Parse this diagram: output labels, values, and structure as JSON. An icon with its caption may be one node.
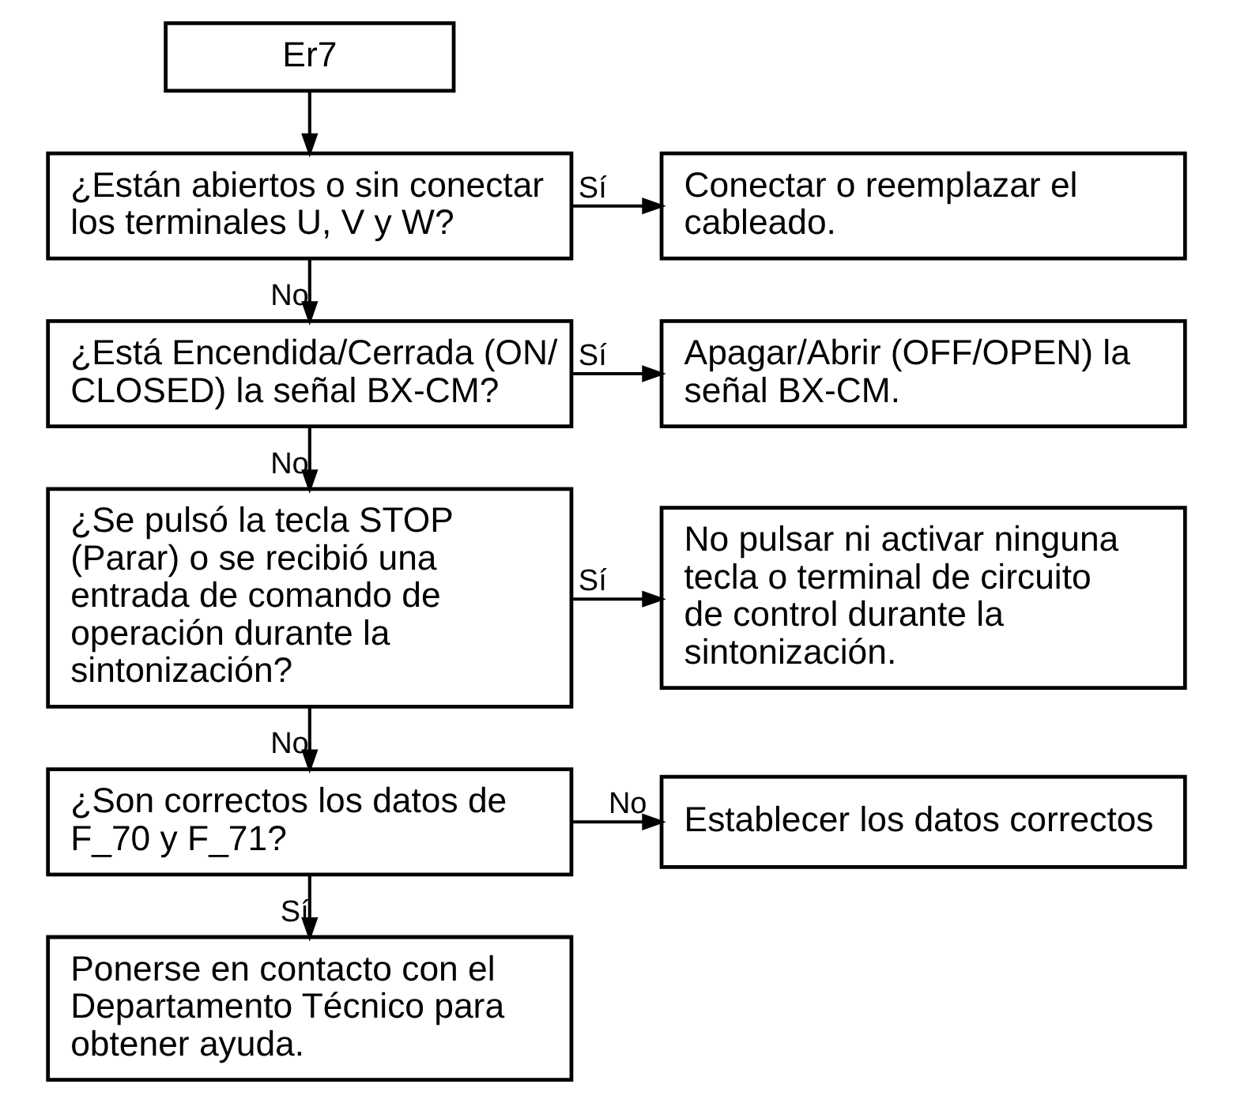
{
  "diagram": {
    "nodes": [
      {
        "text": [
          "Er7"
        ]
      },
      {
        "text": [
          "¿Están abiertos o sin conectar los terminales U, V y W?"
        ]
      },
      {
        "text": [
          "Conectar o reemplazar el cableado."
        ]
      },
      {
        "text": [
          "¿Está Encendida/Cerrada (ON/ CLOSED) la señal BX-CM?"
        ]
      },
      {
        "text": [
          "Apagar/Abrir (OFF/OPEN) la señal BX-CM."
        ]
      },
      {
        "text": [
          "¿Se pulsó la tecla STOP (Parar) o se recibió una entrada de comando de operación durante la sintonización?"
        ]
      },
      {
        "text": [
          "No pulsar ni activar ninguna tecla o terminal de circuito de control durante la sintonización."
        ]
      },
      {
        "text": [
          "¿Son correctos los datos de F_70 y F_71?"
        ]
      },
      {
        "text": [
          "Establecer los datos correctos"
        ]
      },
      {
        "text": [
          "Ponerse en contacto con el Departamento Técnico para obtener ayuda."
        ]
      }
    ],
    "edges": [
      {
        "from": 0,
        "to": 1,
        "arrow": "to"
      },
      {
        "from": 1,
        "to": 2,
        "arrow": "to",
        "label": "Sí"
      },
      {
        "from": 1,
        "to": 3,
        "arrow": "to",
        "label": "No"
      },
      {
        "from": 3,
        "to": 4,
        "arrow": "to",
        "label": "Sí"
      },
      {
        "from": 3,
        "to": 5,
        "arrow": "to",
        "label": "No"
      },
      {
        "from": 5,
        "to": 6,
        "arrow": "to",
        "label": "Sí"
      },
      {
        "from": 5,
        "to": 7,
        "arrow": "to",
        "label": "No"
      },
      {
        "from": 7,
        "to": 8,
        "arrow": "to",
        "label": "No"
      },
      {
        "from": 7,
        "to": 9,
        "arrow": "to",
        "label": "Sí"
      }
    ]
  }
}
